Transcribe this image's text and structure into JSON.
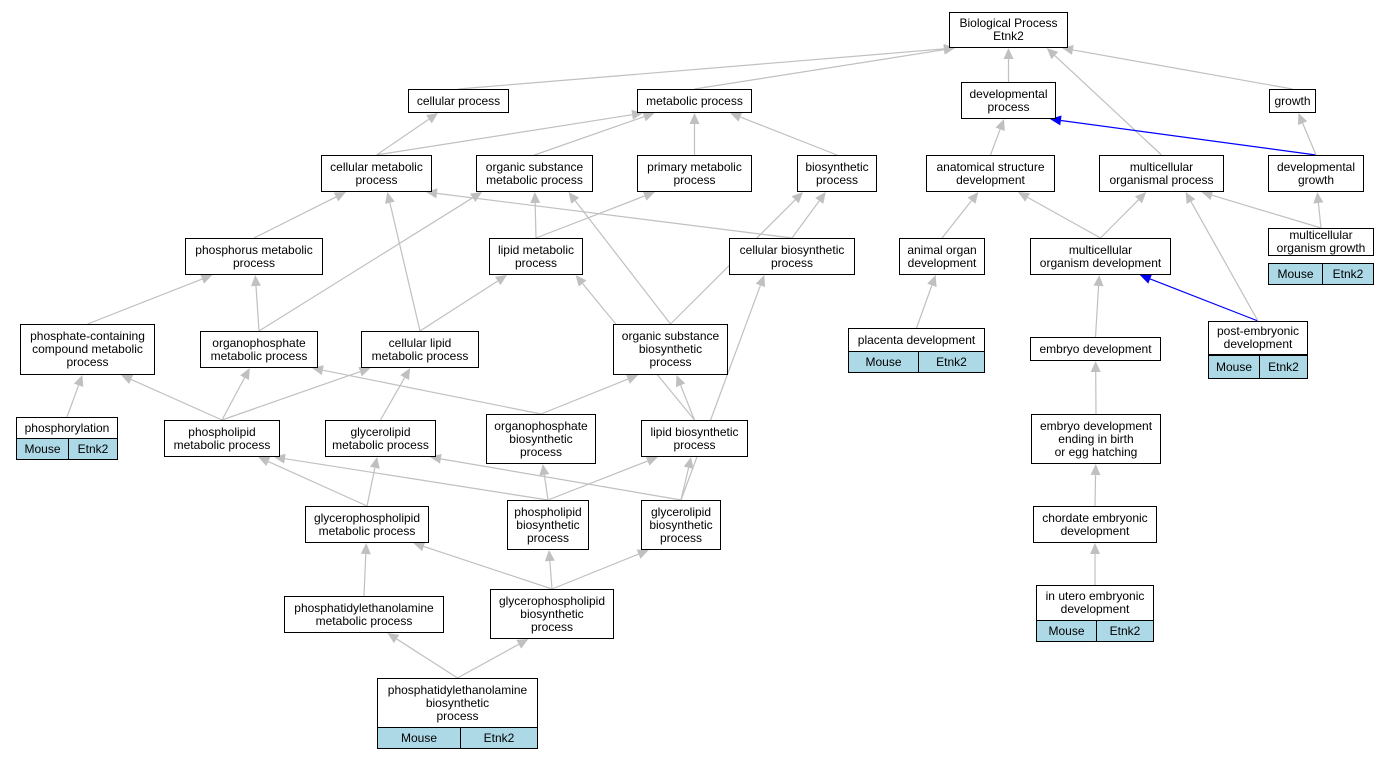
{
  "graph": {
    "edge_color": "#c0c0c0",
    "highlight_edge_color": "#0000ff",
    "annotation_color": "#add8e6",
    "nodes": [
      {
        "id": "bp",
        "label": "Biological Process\nEtnk2"
      },
      {
        "id": "cellular",
        "label": "cellular process"
      },
      {
        "id": "metabolic",
        "label": "metabolic process"
      },
      {
        "id": "developmental",
        "label": "developmental\nprocess"
      },
      {
        "id": "growth",
        "label": "growth"
      },
      {
        "id": "cellmetab",
        "label": "cellular metabolic\nprocess"
      },
      {
        "id": "orgsubmetab",
        "label": "organic substance\nmetabolic process"
      },
      {
        "id": "primmetab",
        "label": "primary metabolic\nprocess"
      },
      {
        "id": "biosynth",
        "label": "biosynthetic\nprocess"
      },
      {
        "id": "anatdev",
        "label": "anatomical structure\ndevelopment"
      },
      {
        "id": "multiproc",
        "label": "multicellular\norganismal process"
      },
      {
        "id": "devgrowth",
        "label": "developmental\ngrowth"
      },
      {
        "id": "phosmetab",
        "label": "phosphorus metabolic\nprocess"
      },
      {
        "id": "lipidmetab",
        "label": "lipid metabolic\nprocess"
      },
      {
        "id": "cellbiosynth",
        "label": "cellular biosynthetic\nprocess"
      },
      {
        "id": "animalorgan",
        "label": "animal organ\ndevelopment"
      },
      {
        "id": "multidev",
        "label": "multicellular\norganism development"
      },
      {
        "id": "multigrowth",
        "label": "multicellular\norganism growth"
      },
      {
        "id": "phoscontain",
        "label": "phosphate-containing\ncompound metabolic\nprocess"
      },
      {
        "id": "orgphosmetab",
        "label": "organophosphate\nmetabolic process"
      },
      {
        "id": "celllipid",
        "label": "cellular lipid\nmetabolic process"
      },
      {
        "id": "orgsubbiosynth",
        "label": "organic substance\nbiosynthetic\nprocess"
      },
      {
        "id": "placenta",
        "label": "placenta development"
      },
      {
        "id": "postemb",
        "label": "post-embryonic\ndevelopment"
      },
      {
        "id": "embryodev",
        "label": "embryo development"
      },
      {
        "id": "phosphorylation",
        "label": "phosphorylation"
      },
      {
        "id": "phoslipmetab",
        "label": "phospholipid\nmetabolic process"
      },
      {
        "id": "glycerolipmetab",
        "label": "glycerolipid\nmetabolic process"
      },
      {
        "id": "orgphosbiosynth",
        "label": "organophosphate\nbiosynthetic\nprocess"
      },
      {
        "id": "lipidbiosynth",
        "label": "lipid biosynthetic\nprocess"
      },
      {
        "id": "embryobirth",
        "label": "embryo development\nending in birth\nor egg hatching"
      },
      {
        "id": "glycphoslipmetab",
        "label": "glycerophospholipid\nmetabolic process"
      },
      {
        "id": "phoslipbiosynth",
        "label": "phospholipid\nbiosynthetic\nprocess"
      },
      {
        "id": "glycerolipbiosynth",
        "label": "glycerolipid\nbiosynthetic\nprocess"
      },
      {
        "id": "chordate",
        "label": "chordate embryonic\ndevelopment"
      },
      {
        "id": "petmetab",
        "label": "phosphatidylethanolamine\nmetabolic process"
      },
      {
        "id": "glycphoslipbiosynth",
        "label": "glycerophospholipid\nbiosynthetic\nprocess"
      },
      {
        "id": "inutero",
        "label": "in utero embryonic\ndevelopment"
      },
      {
        "id": "petbiosynth",
        "label": "phosphatidylethanolamine\nbiosynthetic\nprocess"
      }
    ],
    "annotations": [
      {
        "node": "phosphorylation",
        "organism": "Mouse",
        "gene": "Etnk2"
      },
      {
        "node": "placenta",
        "organism": "Mouse",
        "gene": "Etnk2"
      },
      {
        "node": "multigrowth",
        "organism": "Mouse",
        "gene": "Etnk2"
      },
      {
        "node": "postemb",
        "organism": "Mouse",
        "gene": "Etnk2"
      },
      {
        "node": "inutero",
        "organism": "Mouse",
        "gene": "Etnk2"
      },
      {
        "node": "petbiosynth",
        "organism": "Mouse",
        "gene": "Etnk2"
      }
    ],
    "edges": [
      {
        "from": "cellular",
        "to": "bp"
      },
      {
        "from": "metabolic",
        "to": "bp"
      },
      {
        "from": "developmental",
        "to": "bp"
      },
      {
        "from": "growth",
        "to": "bp"
      },
      {
        "from": "multiproc",
        "to": "bp"
      },
      {
        "from": "cellmetab",
        "to": "cellular"
      },
      {
        "from": "cellmetab",
        "to": "metabolic"
      },
      {
        "from": "orgsubmetab",
        "to": "metabolic"
      },
      {
        "from": "primmetab",
        "to": "metabolic"
      },
      {
        "from": "biosynth",
        "to": "metabolic"
      },
      {
        "from": "anatdev",
        "to": "developmental"
      },
      {
        "from": "devgrowth",
        "to": "developmental",
        "highlight": true
      },
      {
        "from": "devgrowth",
        "to": "growth"
      },
      {
        "from": "phosmetab",
        "to": "cellmetab"
      },
      {
        "from": "lipidmetab",
        "to": "orgsubmetab"
      },
      {
        "from": "lipidmetab",
        "to": "primmetab"
      },
      {
        "from": "cellbiosynth",
        "to": "cellmetab"
      },
      {
        "from": "cellbiosynth",
        "to": "biosynth"
      },
      {
        "from": "animalorgan",
        "to": "anatdev"
      },
      {
        "from": "multidev",
        "to": "anatdev"
      },
      {
        "from": "multidev",
        "to": "multiproc"
      },
      {
        "from": "multigrowth",
        "to": "multiproc"
      },
      {
        "from": "multigrowth",
        "to": "devgrowth"
      },
      {
        "from": "phoscontain",
        "to": "phosmetab"
      },
      {
        "from": "orgphosmetab",
        "to": "phosmetab"
      },
      {
        "from": "orgphosmetab",
        "to": "orgsubmetab"
      },
      {
        "from": "celllipid",
        "to": "cellmetab"
      },
      {
        "from": "celllipid",
        "to": "lipidmetab"
      },
      {
        "from": "orgsubbiosynth",
        "to": "orgsubmetab"
      },
      {
        "from": "orgsubbiosynth",
        "to": "biosynth"
      },
      {
        "from": "placenta",
        "to": "animalorgan"
      },
      {
        "from": "postemb",
        "to": "multidev",
        "highlight": true
      },
      {
        "from": "postemb",
        "to": "multiproc"
      },
      {
        "from": "embryodev",
        "to": "multidev"
      },
      {
        "from": "phosphorylation",
        "to": "phoscontain"
      },
      {
        "from": "phoslipmetab",
        "to": "phoscontain"
      },
      {
        "from": "phoslipmetab",
        "to": "orgphosmetab"
      },
      {
        "from": "phoslipmetab",
        "to": "celllipid"
      },
      {
        "from": "glycerolipmetab",
        "to": "celllipid"
      },
      {
        "from": "orgphosbiosynth",
        "to": "orgphosmetab"
      },
      {
        "from": "orgphosbiosynth",
        "to": "orgsubbiosynth"
      },
      {
        "from": "lipidbiosynth",
        "to": "lipidmetab"
      },
      {
        "from": "lipidbiosynth",
        "to": "orgsubbiosynth"
      },
      {
        "from": "embryobirth",
        "to": "embryodev"
      },
      {
        "from": "glycphoslipmetab",
        "to": "phoslipmetab"
      },
      {
        "from": "glycphoslipmetab",
        "to": "glycerolipmetab"
      },
      {
        "from": "phoslipbiosynth",
        "to": "phoslipmetab"
      },
      {
        "from": "phoslipbiosynth",
        "to": "orgphosbiosynth"
      },
      {
        "from": "phoslipbiosynth",
        "to": "lipidbiosynth"
      },
      {
        "from": "glycerolipbiosynth",
        "to": "glycerolipmetab"
      },
      {
        "from": "glycerolipbiosynth",
        "to": "lipidbiosynth"
      },
      {
        "from": "glycerolipbiosynth",
        "to": "cellbiosynth"
      },
      {
        "from": "chordate",
        "to": "embryobirth"
      },
      {
        "from": "petmetab",
        "to": "glycphoslipmetab"
      },
      {
        "from": "glycphoslipbiosynth",
        "to": "glycphoslipmetab"
      },
      {
        "from": "glycphoslipbiosynth",
        "to": "phoslipbiosynth"
      },
      {
        "from": "glycphoslipbiosynth",
        "to": "glycerolipbiosynth"
      },
      {
        "from": "inutero",
        "to": "chordate"
      },
      {
        "from": "petbiosynth",
        "to": "petmetab"
      },
      {
        "from": "petbiosynth",
        "to": "glycphoslipbiosynth"
      }
    ]
  }
}
